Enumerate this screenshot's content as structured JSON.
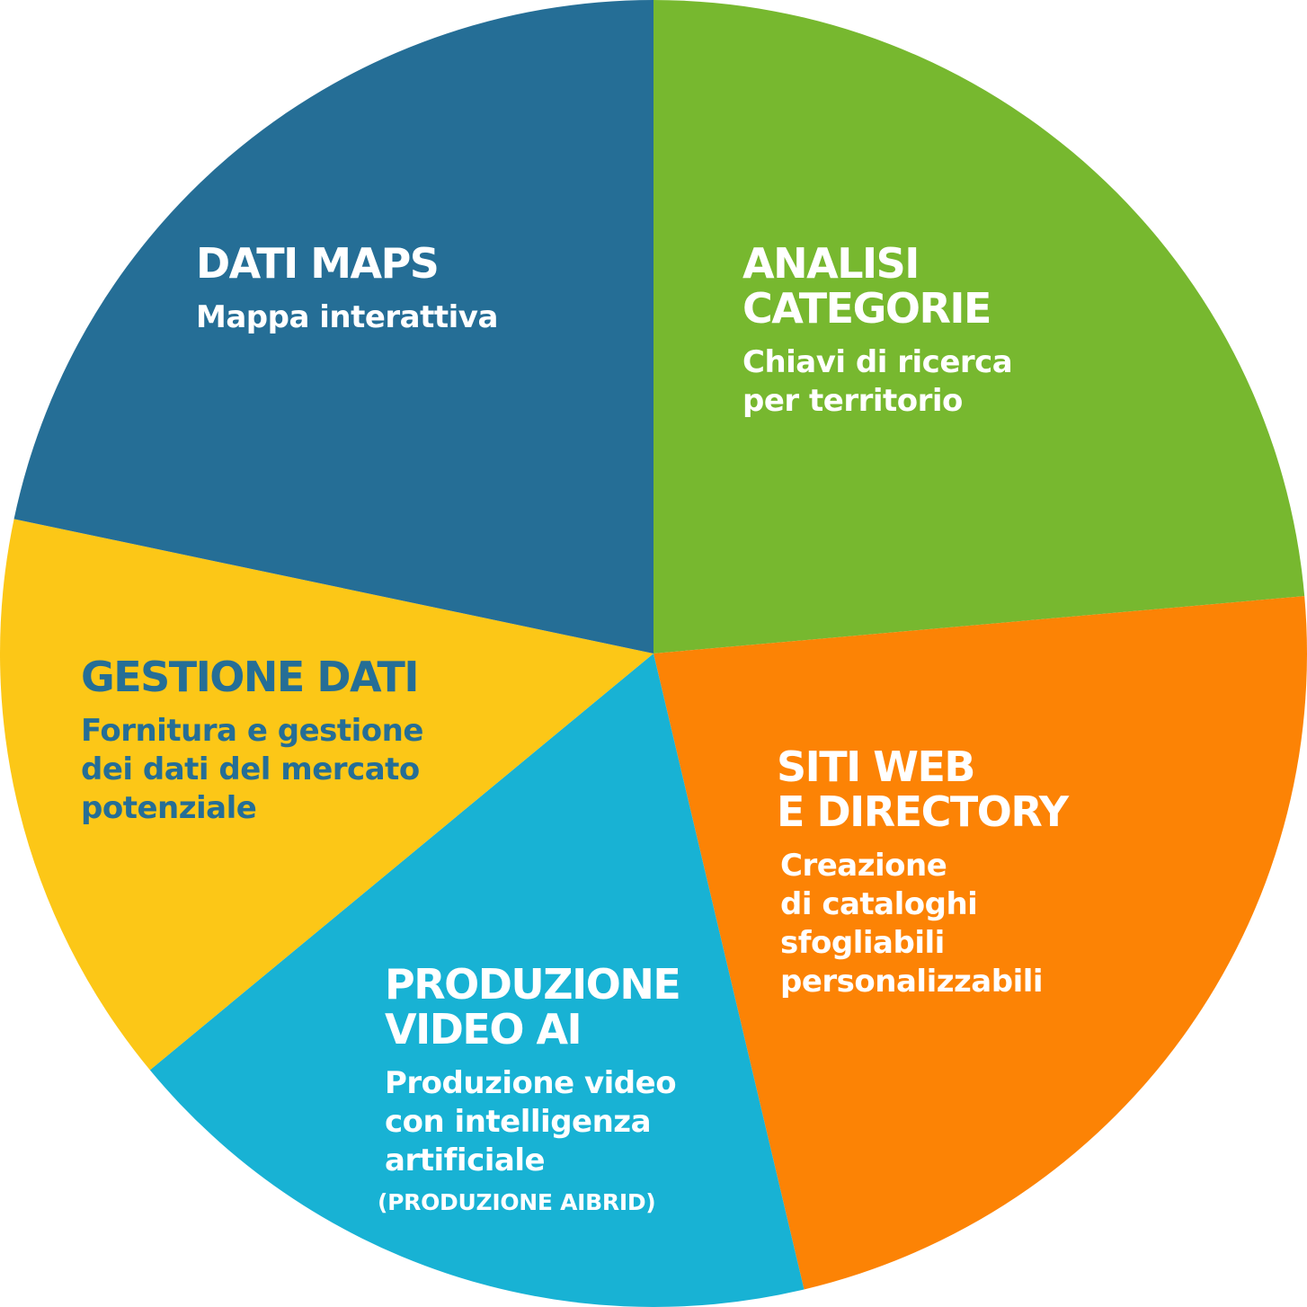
{
  "chart_data": {
    "type": "pie",
    "slices": [
      {
        "title": "ANALISI\nCATEGORIE",
        "description": "Chiavi di ricerca\nper territorio",
        "value": 0.236,
        "color": "#77b82f",
        "text_color": "#ffffff"
      },
      {
        "title": "SITI WEB\nE DIRECTORY",
        "description": "Creazione\ndi cataloghi\nsfogliabili\npersonalizzabili",
        "value": 0.227,
        "color": "#fc8305",
        "text_color": "#ffffff"
      },
      {
        "title": "PRODUZIONE\nVIDEO AI",
        "description": "Produzione video\ncon intelligenza\nartificiale",
        "note": "(PRODUZIONE AIBRID)",
        "value": 0.177,
        "color": "#18b2d4",
        "text_color": "#ffffff"
      },
      {
        "title": "GESTIONE DATI",
        "description": "Fornitura e gestione\ndei dati del mercato\npotenziale",
        "value": 0.143,
        "color": "#fcc717",
        "text_color": "#256e96"
      },
      {
        "title": "DATI MAPS",
        "description": "Mappa interattiva",
        "value": 0.217,
        "color": "#256e96",
        "text_color": "#ffffff"
      }
    ]
  }
}
